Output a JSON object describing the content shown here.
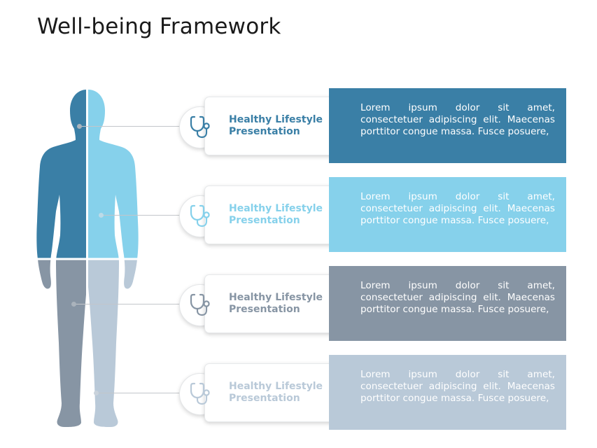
{
  "slide": {
    "title": "Well-being Framework"
  },
  "colors": {
    "blue": "#3a7fa6",
    "light_blue": "#86d1eb",
    "slate": "#8795a4",
    "light_slate": "#b9c9d8"
  },
  "rows": [
    {
      "icon": "stethoscope-icon",
      "title_line1": "Healthy Lifestyle",
      "title_line2": "Presentation",
      "text": "Lorem ipsum dolor sit amet, consectetuer adipiscing elit. Maecenas porttitor congue massa. Fusce posuere,"
    },
    {
      "icon": "stethoscope-icon",
      "title_line1": "Healthy Lifestyle",
      "title_line2": "Presentation",
      "text": "Lorem ipsum dolor sit amet, consectetuer adipiscing elit. Maecenas porttitor congue massa. Fusce posuere,"
    },
    {
      "icon": "stethoscope-icon",
      "title_line1": "Healthy Lifestyle",
      "title_line2": "Presentation",
      "text": "Lorem ipsum dolor sit amet, consectetuer adipiscing elit. Maecenas porttitor congue massa. Fusce posuere,"
    },
    {
      "icon": "stethoscope-icon",
      "title_line1": "Healthy Lifestyle",
      "title_line2": "Presentation",
      "text": "Lorem ipsum dolor sit amet, consectetuer adipiscing elit. Maecenas porttitor congue massa. Fusce posuere,"
    }
  ]
}
